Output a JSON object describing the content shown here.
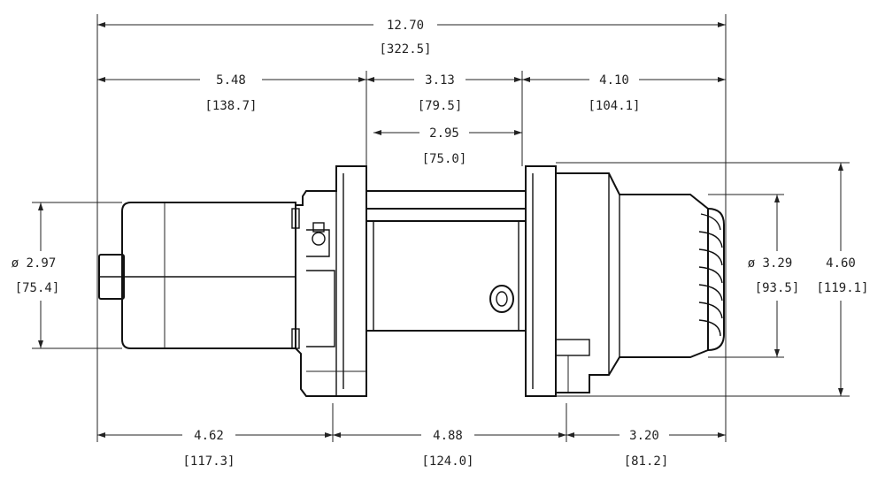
{
  "dimensions": {
    "overall_length": {
      "in": "12.70",
      "mm": "[322.5]"
    },
    "motor_section": {
      "in": "5.48",
      "mm": "[138.7]"
    },
    "drum_span": {
      "in": "3.13",
      "mm": "[79.5]"
    },
    "gear_section": {
      "in": "4.10",
      "mm": "[104.1]"
    },
    "drum_length": {
      "in": "2.95",
      "mm": "[75.0]"
    },
    "motor_diameter": {
      "in": "ø 2.97",
      "mm": "[75.4]"
    },
    "gearbox_diameter": {
      "in": "ø 3.29",
      "mm": "[93.5]"
    },
    "overall_height": {
      "in": "4.60",
      "mm": "[119.1]"
    },
    "bottom_left": {
      "in": "4.62",
      "mm": "[117.3]"
    },
    "bottom_mid": {
      "in": "4.88",
      "mm": "[124.0]"
    },
    "bottom_right": {
      "in": "3.20",
      "mm": "[81.2]"
    }
  },
  "colors": {
    "line": "#111111",
    "background": "#ffffff"
  }
}
